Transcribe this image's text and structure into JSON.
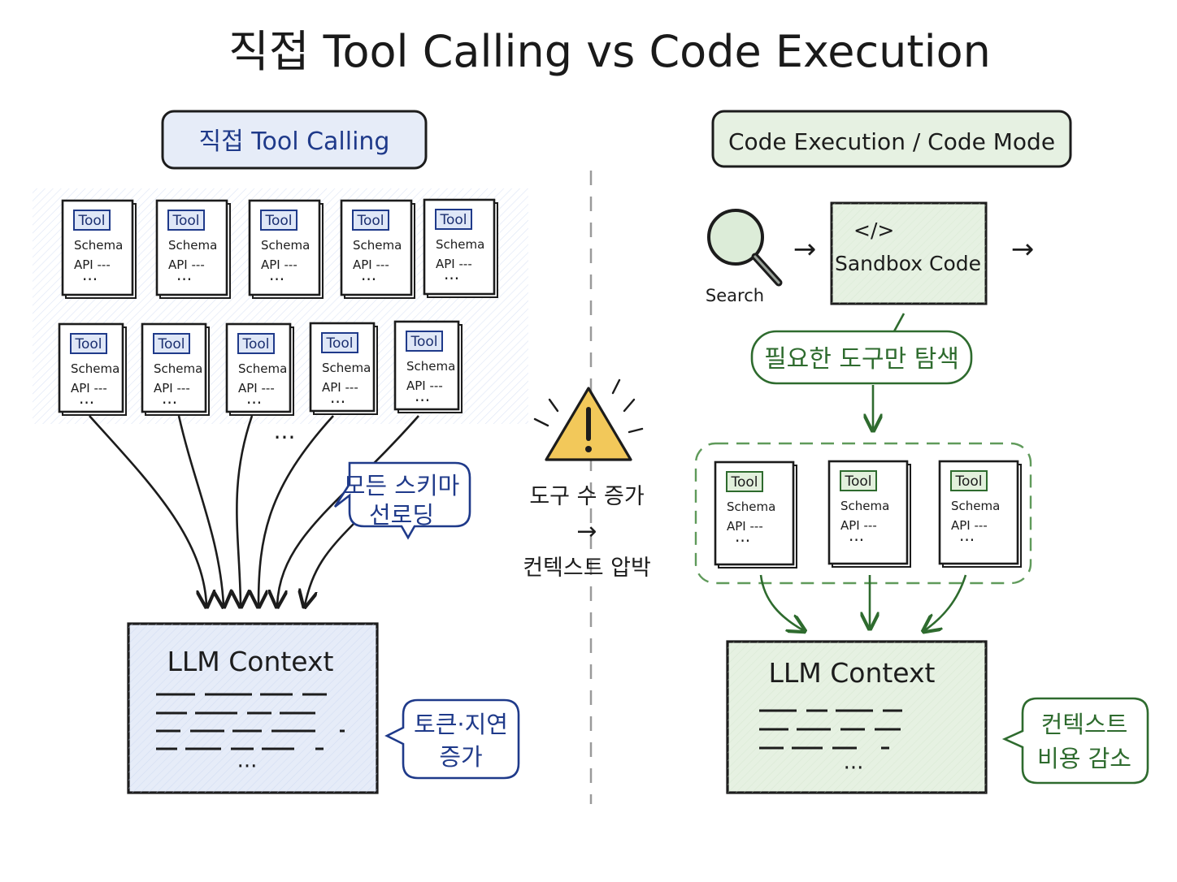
{
  "title": "직접 Tool Calling vs Code Execution",
  "left": {
    "heading": "직접 Tool Calling",
    "card_tag": "Tool",
    "card_line1": "Schema",
    "card_line2": "API ---",
    "card_line3": "···",
    "more": "···",
    "bubble_line1": "모든 스키마",
    "bubble_line2": "선로딩",
    "context_title": "LLM Context",
    "context_more": "···",
    "side_bubble_line1": "토큰·지연",
    "side_bubble_line2": "증가"
  },
  "middle": {
    "line1": "도구 수 증가",
    "arrow": "→",
    "line2": "컨텍스트 압박",
    "warning_icon": "warning-triangle-icon"
  },
  "right": {
    "heading": "Code Execution / Code Mode",
    "search_label": "Search",
    "arrow1": "→",
    "code_symbol": "</>",
    "code_label": "Sandbox Code",
    "arrow2": "→",
    "pill": "필요한 도구만 탐색",
    "card_tag": "Tool",
    "card_line1": "Schema",
    "card_line2": "API ---",
    "card_line3": "···",
    "context_title": "LLM Context",
    "context_more": "···",
    "side_bubble_line1": "컨텍스트",
    "side_bubble_line2": "비용 감소"
  },
  "colors": {
    "left_accent": "#1f3a8a",
    "left_fill": "#e6ecf8",
    "right_accent": "#2e6b2e",
    "right_fill": "#e6f1e2",
    "warning": "#f2c85a",
    "ink": "#1c1c1c"
  }
}
